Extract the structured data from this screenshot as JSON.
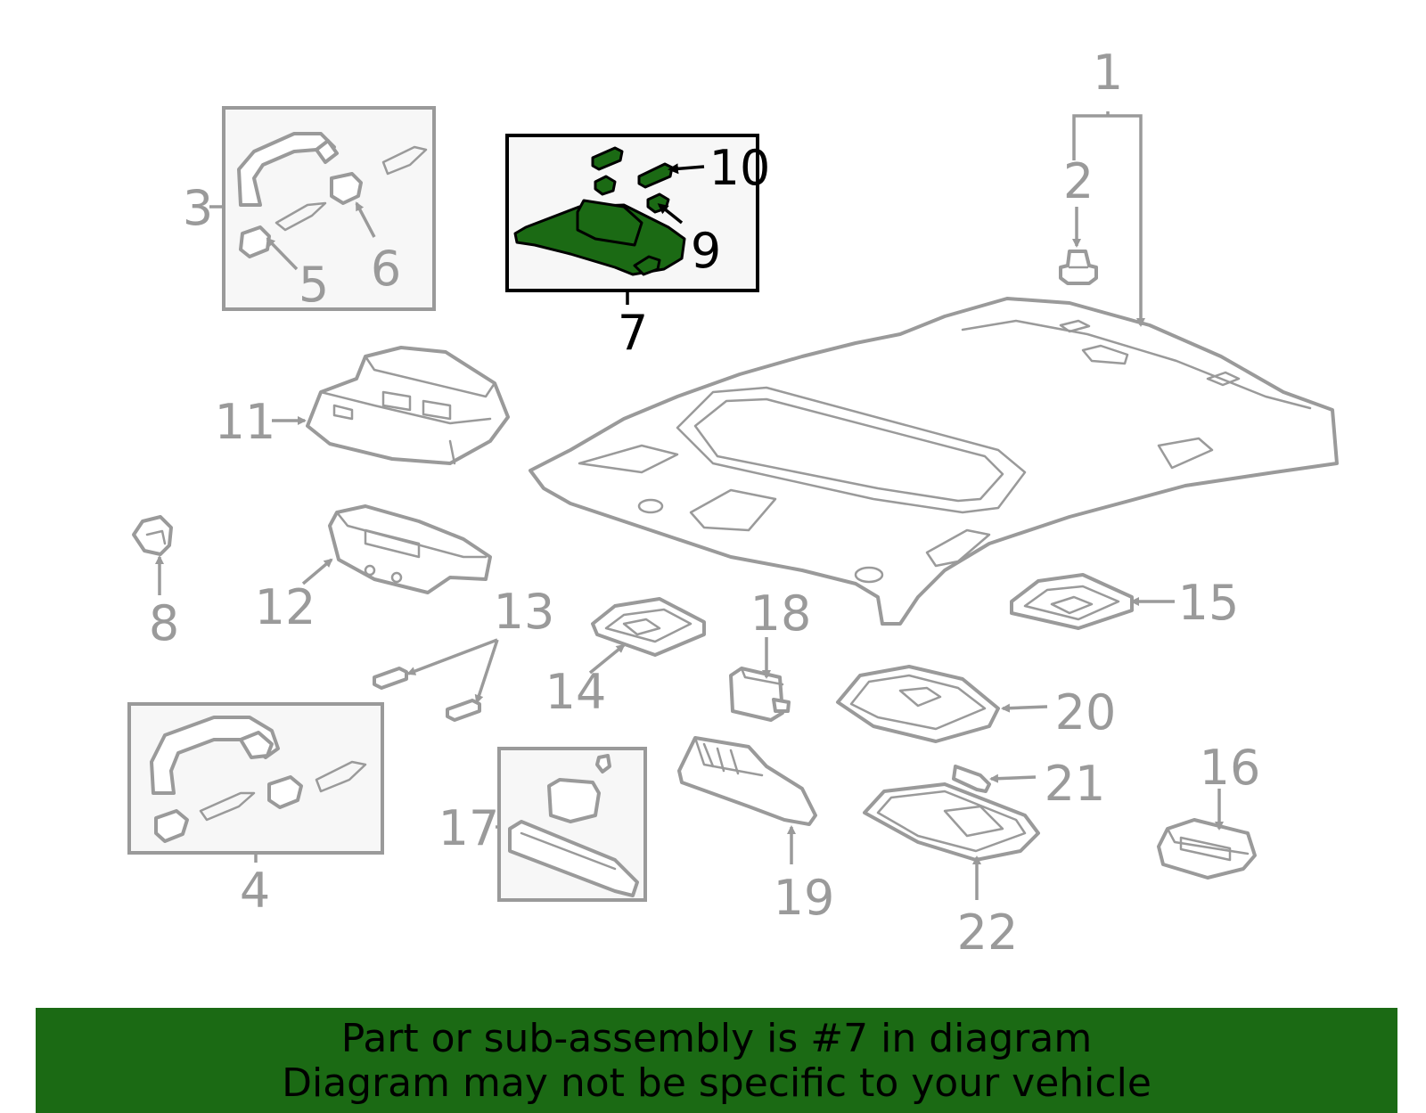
{
  "colors": {
    "highlight": "#1b6a14",
    "parts": "#9a9a9a",
    "highlight_outline": "#000000"
  },
  "highlighted_callout": "7",
  "callouts": {
    "c1": "1",
    "c2": "2",
    "c3": "3",
    "c4": "4",
    "c5": "5",
    "c6": "6",
    "c7": "7",
    "c8": "8",
    "c9": "9",
    "c10": "10",
    "c11": "11",
    "c12": "12",
    "c13": "13",
    "c14": "14",
    "c15": "15",
    "c16": "16",
    "c17": "17",
    "c18": "18",
    "c19": "19",
    "c20": "20",
    "c21": "21",
    "c22": "22"
  },
  "footer": {
    "line1": "Part or sub-assembly is #7 in diagram",
    "line2": "Diagram may not be specific to your vehicle"
  }
}
